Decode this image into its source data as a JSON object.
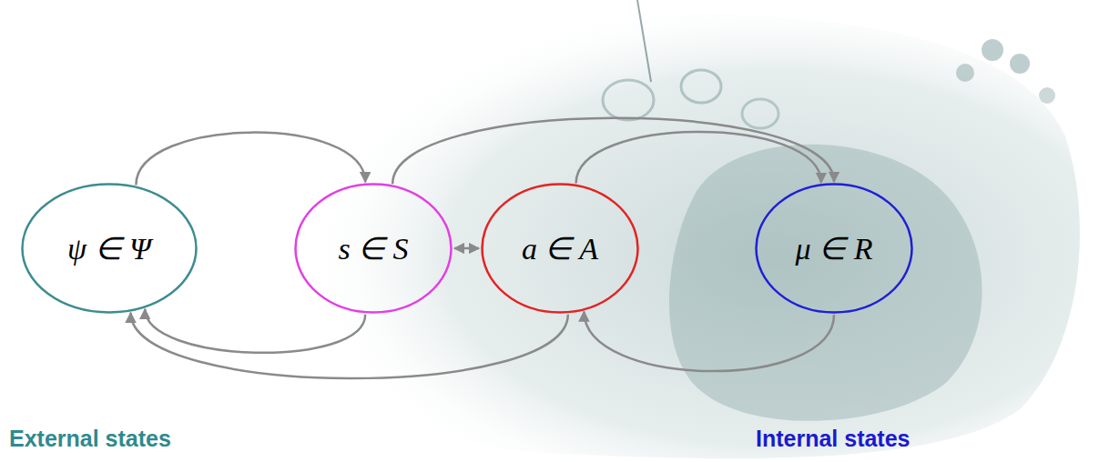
{
  "diagram": {
    "nodes": [
      {
        "text": [
          "ψ ∈ Ψ"
        ]
      },
      {
        "text": [
          "s ∈ S"
        ]
      },
      {
        "text": [
          "a ∈ A"
        ]
      },
      {
        "text": [
          "μ ∈ R"
        ]
      }
    ],
    "edges": [
      {
        "from": 0,
        "to": 1,
        "arrow": "to"
      },
      {
        "from": 1,
        "to": 3,
        "arrow": "to"
      },
      {
        "from": 2,
        "to": 3,
        "arrow": "to"
      },
      {
        "from": 1,
        "to": 2,
        "arrow": "both"
      },
      {
        "from": 1,
        "to": 0,
        "arrow": "to"
      },
      {
        "from": 2,
        "to": 0,
        "arrow": "to"
      },
      {
        "from": 3,
        "to": 2,
        "arrow": "to"
      }
    ],
    "labels": [
      "External states",
      "Internal states"
    ]
  }
}
